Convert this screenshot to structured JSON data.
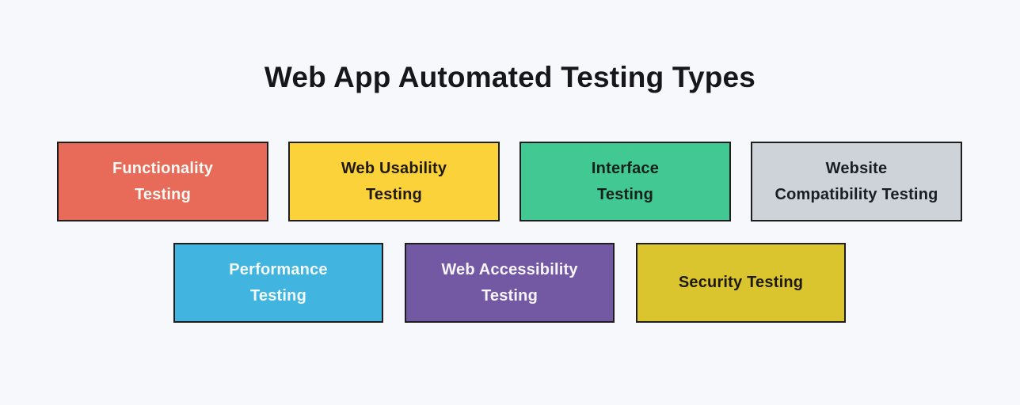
{
  "title": "Web App Automated Testing Types",
  "colors": {
    "page_bg": "#f7f8fb",
    "title_text": "#17171b",
    "box_border": "#1e1e1e"
  },
  "boxes": [
    {
      "id": "functionality-testing",
      "row": 1,
      "label_lines": [
        "Functionality",
        "Testing"
      ],
      "bg": "#e86a59",
      "text_color": "#fdf9f5"
    },
    {
      "id": "web-usability-testing",
      "row": 1,
      "label_lines": [
        "Web Usability",
        "Testing"
      ],
      "bg": "#fbd23a",
      "text_color": "#20190e"
    },
    {
      "id": "interface-testing",
      "row": 1,
      "label_lines": [
        "Interface",
        "Testing"
      ],
      "bg": "#42c893",
      "text_color": "#14211a"
    },
    {
      "id": "website-compatibility-testing",
      "row": 1,
      "label_lines": [
        "Website",
        "Compatibility Testing"
      ],
      "bg": "#ced3d9",
      "text_color": "#191e24"
    },
    {
      "id": "performance-testing",
      "row": 2,
      "label_lines": [
        "Performance",
        "Testing"
      ],
      "bg": "#41b4df",
      "text_color": "#f2fafd"
    },
    {
      "id": "web-accessibility-testing",
      "row": 2,
      "label_lines": [
        "Web Accessibility",
        "Testing"
      ],
      "bg": "#7358a4",
      "text_color": "#f8f6fb"
    },
    {
      "id": "security-testing",
      "row": 2,
      "label_lines": [
        "Security Testing"
      ],
      "bg": "#dbc52f",
      "text_color": "#1d1a0c"
    }
  ]
}
